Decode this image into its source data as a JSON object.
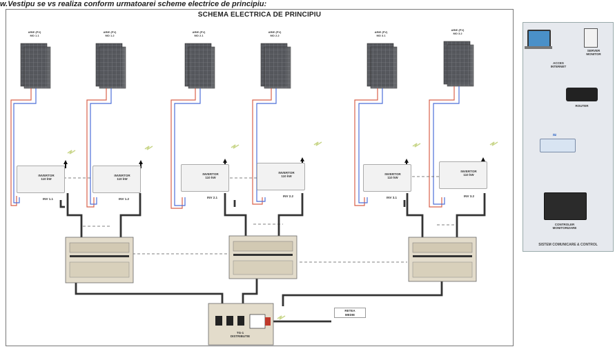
{
  "header_text": "w.Vestipu se vs realiza conform urmatoarei scheme electrice de principiu:",
  "diagram_title": "SCHEMA ELECTRICA DE PRINCIPIU",
  "pv_arrays": [
    {
      "label": "ARIE (PV)\nMO 1.1"
    },
    {
      "label": "ARIE (PV)\nMO 1.2"
    },
    {
      "label": "ARIE (PV)\nMO 2.1"
    },
    {
      "label": "ARIE (PV)\nMO 2.2"
    },
    {
      "label": "ARIE (PV)\nMO 3.1"
    },
    {
      "label": "ARIE (PV)\nMO 3.2"
    }
  ],
  "inverters": [
    {
      "label": "INVERTOR\n110 kW",
      "id": "INV 1.1"
    },
    {
      "label": "INVERTOR\n110 kW",
      "id": "INV 1.2"
    },
    {
      "label": "INVERTOR\n110 kW",
      "id": "INV 2.1"
    },
    {
      "label": "INVERTOR\n110 kW",
      "id": "INV 2.2"
    },
    {
      "label": "INVERTOR\n110 kW",
      "id": "INV 3.1"
    },
    {
      "label": "INVERTOR\n110 kW",
      "id": "INV 3.2"
    }
  ],
  "main_panel_label": "TG-1\nDISTRIBUTIE",
  "grid_note": "RETEA\nMEDIE",
  "side_panel": {
    "laptop_label": "ACCES\nINTERNET",
    "server_label": "SERVER\nMONITOR",
    "router_label": "ROUTER",
    "controller_label": "CONTROLER\nMONITORIZARE",
    "caption": "SISTEM COMUNICARE & CONTROL"
  },
  "colors": {
    "wire_dc_pos": "#d8604a",
    "wire_dc_neg": "#4c6ed8",
    "wire_ac": "#333333",
    "panel_fill": "#e3dccb",
    "pv_fill": "#55575c"
  }
}
